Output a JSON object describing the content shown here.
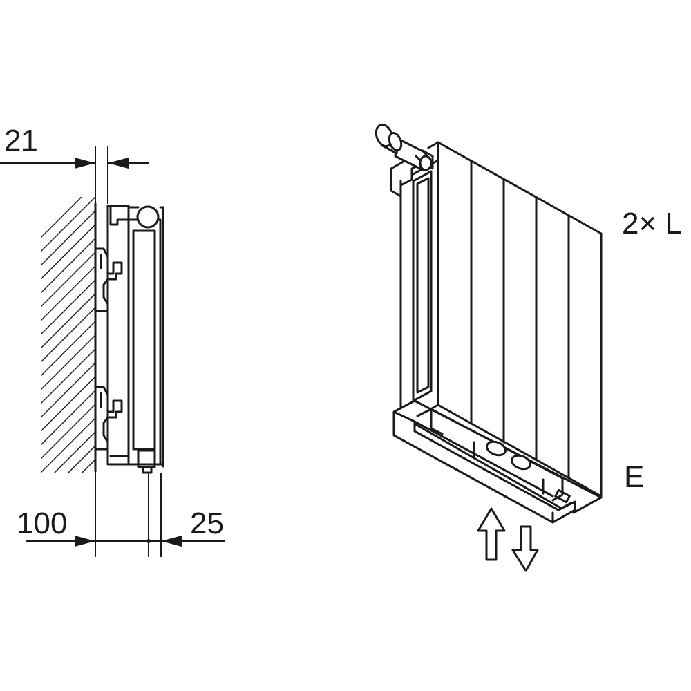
{
  "side_view": {
    "dim_top_label": "21",
    "dim_bottom_left_label": "100",
    "dim_bottom_right_label": "25"
  },
  "iso_view": {
    "connection_label": "2× L",
    "mode_label": "E"
  },
  "colors": {
    "line": "#1a1a1a",
    "background": "#ffffff"
  }
}
